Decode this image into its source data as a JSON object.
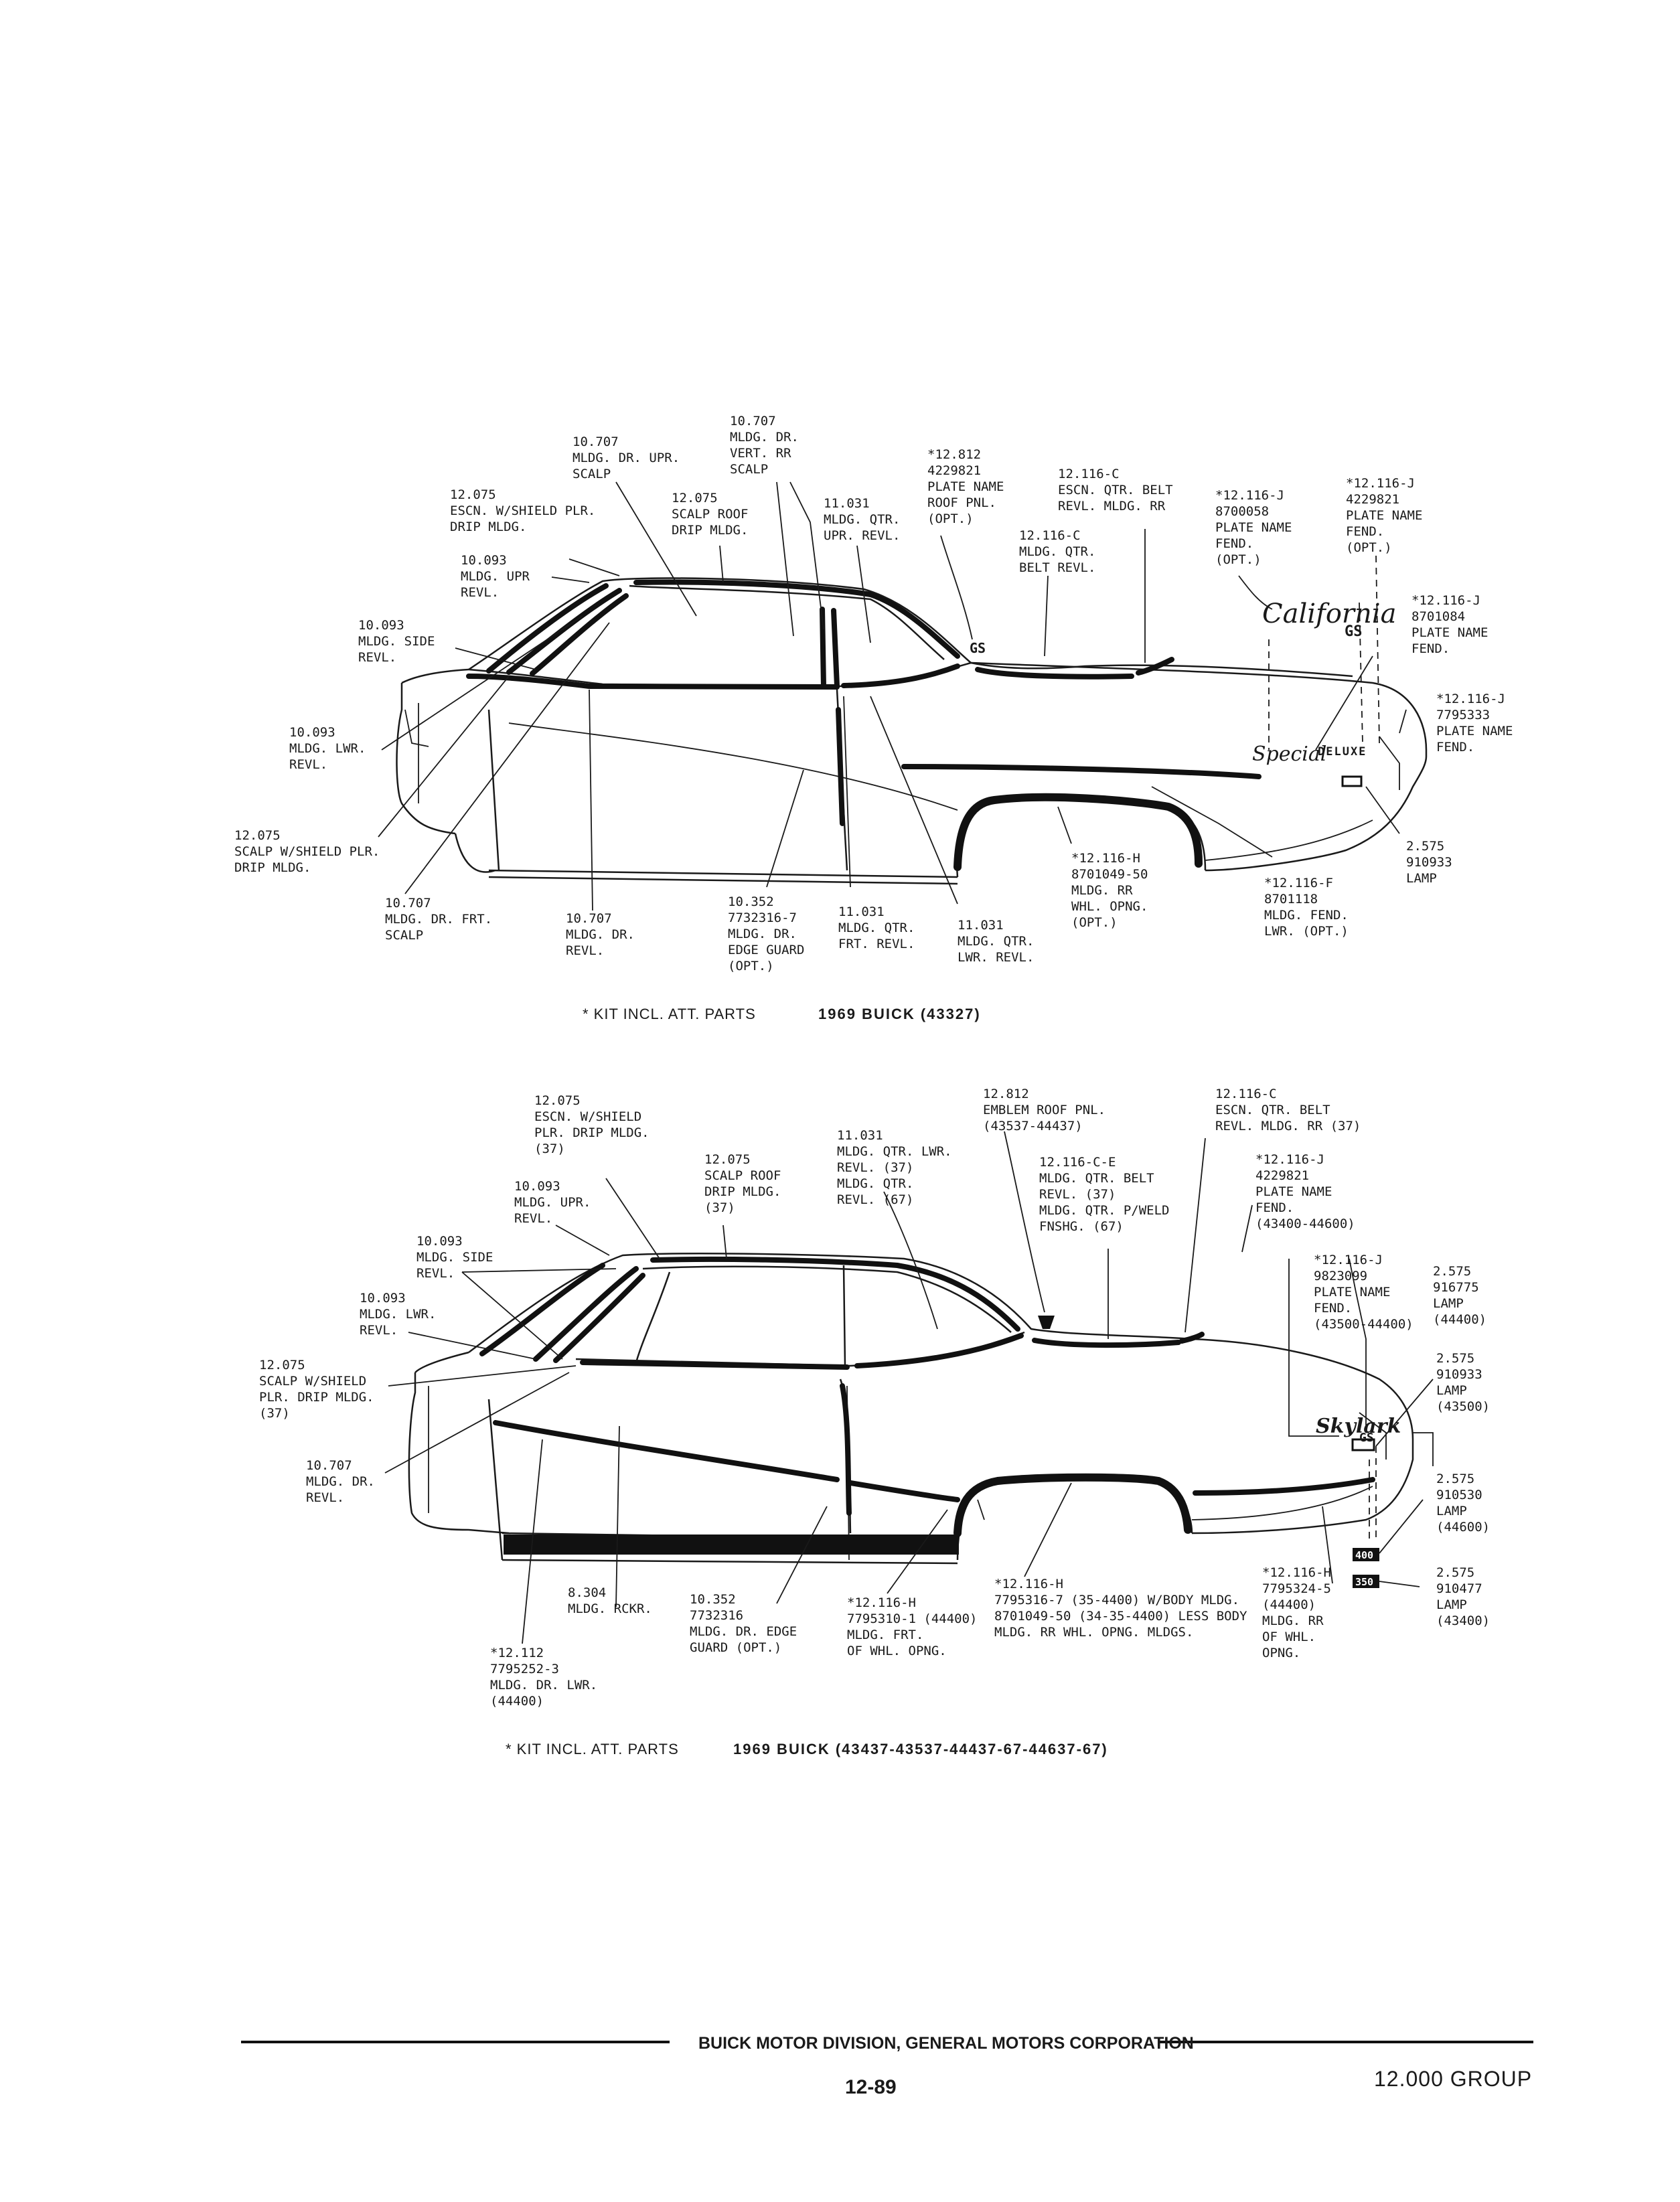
{
  "top": {
    "footnote": "* KIT INCL. ATT. PARTS",
    "title": "1969 BUICK (43327)",
    "badges": {
      "california": "California",
      "gs_small": "GS",
      "gs_roof": "GS",
      "special": "Special",
      "deluxe": "DELUXE"
    },
    "callouts": [
      {
        "lines": [
          "10.707",
          "MLDG. DR.",
          "VERT. RR",
          "SCALP"
        ]
      },
      {
        "lines": [
          "10.707",
          "MLDG. DR. UPR.",
          "SCALP"
        ]
      },
      {
        "lines": [
          "12.075",
          "ESCN. W/SHIELD PLR.",
          "DRIP MLDG."
        ]
      },
      {
        "lines": [
          "12.075",
          "SCALP ROOF",
          "DRIP MLDG."
        ]
      },
      {
        "lines": [
          "11.031",
          "MLDG. QTR.",
          "UPR. REVL."
        ]
      },
      {
        "lines": [
          "*12.812",
          "4229821",
          "PLATE NAME",
          "ROOF PNL.",
          "(OPT.)"
        ]
      },
      {
        "lines": [
          "12.116-C",
          "ESCN. QTR. BELT",
          "REVL. MLDG. RR"
        ]
      },
      {
        "lines": [
          "12.116-C",
          "MLDG. QTR.",
          "BELT REVL."
        ]
      },
      {
        "lines": [
          "*12.116-J",
          "8700058",
          "PLATE NAME",
          "FEND.",
          "(OPT.)"
        ]
      },
      {
        "lines": [
          "*12.116-J",
          "4229821",
          "PLATE NAME",
          "FEND.",
          "(OPT.)"
        ]
      },
      {
        "lines": [
          "*12.116-J",
          "8701084",
          "PLATE NAME",
          "FEND."
        ]
      },
      {
        "lines": [
          "*12.116-J",
          "7795333",
          "PLATE NAME",
          "FEND."
        ]
      },
      {
        "lines": [
          "10.093",
          "MLDG. UPR",
          "REVL."
        ]
      },
      {
        "lines": [
          "10.093",
          "MLDG. SIDE",
          "REVL."
        ]
      },
      {
        "lines": [
          "10.093",
          "MLDG. LWR.",
          "REVL."
        ]
      },
      {
        "lines": [
          "12.075",
          "SCALP W/SHIELD PLR.",
          "DRIP MLDG."
        ]
      },
      {
        "lines": [
          "10.707",
          "MLDG. DR. FRT.",
          "SCALP"
        ]
      },
      {
        "lines": [
          "10.707",
          "MLDG. DR.",
          "REVL."
        ]
      },
      {
        "lines": [
          "10.352",
          "7732316-7",
          "MLDG. DR.",
          "EDGE GUARD",
          "(OPT.)"
        ]
      },
      {
        "lines": [
          "11.031",
          "MLDG. QTR.",
          "FRT. REVL."
        ]
      },
      {
        "lines": [
          "11.031",
          "MLDG. QTR.",
          "LWR. REVL."
        ]
      },
      {
        "lines": [
          "*12.116-H",
          "8701049-50",
          "MLDG. RR",
          "WHL. OPNG.",
          "(OPT.)"
        ]
      },
      {
        "lines": [
          "*12.116-F",
          "8701118",
          "MLDG. FEND.",
          "LWR. (OPT.)"
        ]
      },
      {
        "lines": [
          "2.575",
          "910933",
          "LAMP"
        ]
      }
    ]
  },
  "bottom": {
    "footnote": "* KIT INCL. ATT. PARTS",
    "title": "1969 BUICK (43437-43537-44437-67-44637-67)",
    "badges": {
      "skylark": "Skylark",
      "gs": "GS",
      "tag1": "400",
      "tag2": "350"
    },
    "callouts": [
      {
        "lines": [
          "12.075",
          "ESCN. W/SHIELD",
          "PLR. DRIP MLDG.",
          "(37)"
        ]
      },
      {
        "lines": [
          "12.812",
          "EMBLEM ROOF PNL.",
          "(43537-44437)"
        ]
      },
      {
        "lines": [
          "12.116-C",
          "ESCN. QTR. BELT",
          "REVL. MLDG. RR (37)"
        ]
      },
      {
        "lines": [
          "11.031",
          "MLDG. QTR. LWR.",
          "REVL. (37)",
          "MLDG. QTR.",
          "REVL. (67)"
        ]
      },
      {
        "lines": [
          "12.075",
          "SCALP ROOF",
          "DRIP MLDG.",
          "(37)"
        ]
      },
      {
        "lines": [
          "12.116-C-E",
          "MLDG. QTR. BELT",
          "REVL. (37)",
          "MLDG. QTR. P/WELD",
          "FNSHG. (67)"
        ]
      },
      {
        "lines": [
          "*12.116-J",
          "4229821",
          "PLATE NAME",
          "FEND.",
          "(43400-44600)"
        ]
      },
      {
        "lines": [
          "10.093",
          "MLDG. UPR.",
          "REVL."
        ]
      },
      {
        "lines": [
          "10.093",
          "MLDG. SIDE",
          "REVL."
        ]
      },
      {
        "lines": [
          "*12.116-J",
          "9823099",
          "PLATE NAME",
          "FEND.",
          "(43500-44400)"
        ]
      },
      {
        "lines": [
          "2.575",
          "916775",
          "LAMP",
          "(44400)"
        ]
      },
      {
        "lines": [
          "10.093",
          "MLDG. LWR.",
          "REVL."
        ]
      },
      {
        "lines": [
          "12.075",
          "SCALP W/SHIELD",
          "PLR. DRIP MLDG.",
          "(37)"
        ]
      },
      {
        "lines": [
          "2.575",
          "910933",
          "LAMP",
          "(43500)"
        ]
      },
      {
        "lines": [
          "10.707",
          "MLDG. DR.",
          "REVL."
        ]
      },
      {
        "lines": [
          "2.575",
          "910530",
          "LAMP",
          "(44600)"
        ]
      },
      {
        "lines": [
          "8.304",
          "MLDG. RCKR."
        ]
      },
      {
        "lines": [
          "10.352",
          "7732316",
          "MLDG. DR. EDGE",
          "GUARD (OPT.)"
        ]
      },
      {
        "lines": [
          "*12.116-H",
          "7795310-1 (44400)",
          "MLDG. FRT.",
          "OF WHL. OPNG."
        ]
      },
      {
        "lines": [
          "*12.116-H",
          "7795316-7 (35-4400) W/BODY MLDG.",
          "8701049-50 (34-35-4400) LESS BODY",
          "MLDG. RR WHL. OPNG.        MLDGS."
        ]
      },
      {
        "lines": [
          "*12.116-H",
          "7795324-5",
          "(44400)",
          "MLDG. RR",
          "OF WHL.",
          "OPNG."
        ]
      },
      {
        "lines": [
          "2.575",
          "910477",
          "LAMP",
          "(43400)"
        ]
      },
      {
        "lines": [
          "*12.112",
          "7795252-3",
          "MLDG. DR. LWR.",
          "(44400)"
        ]
      }
    ]
  },
  "footer": {
    "company": "BUICK MOTOR DIVISION, GENERAL MOTORS CORPORATION",
    "page": "12-89",
    "group": "12.000 GROUP"
  }
}
